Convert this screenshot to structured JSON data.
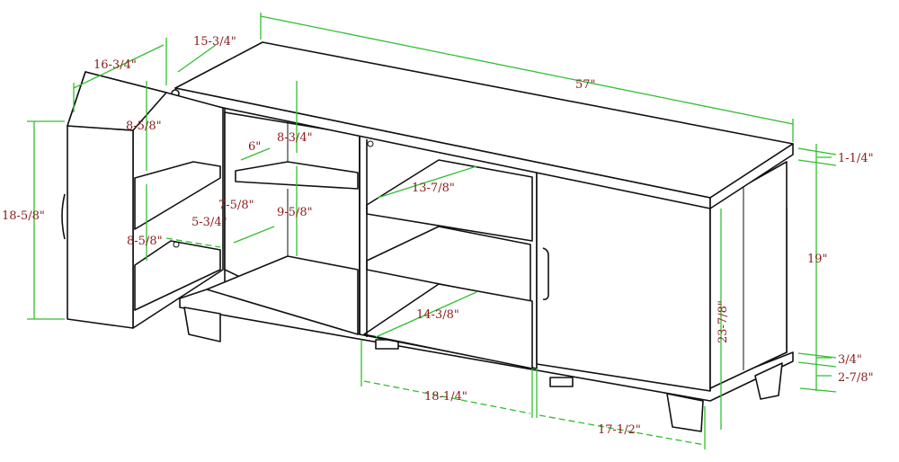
{
  "title": "TV stand dimension drawing",
  "colors": {
    "dimension_line": "#2fbf2f",
    "label": "#8b1a1a",
    "outline": "#111111"
  },
  "dimensions": {
    "door_depth": "16-3/4\"",
    "top_depth": "15-3/4\"",
    "overall_width": "57\"",
    "door_upper_shelf": "8-5/8\"",
    "door_lower_shelf": "8-5/8\"",
    "door_height": "18-5/8\"",
    "door_shelf_depth": "5-3/4\"",
    "left_upper_height": "8-3/4\"",
    "left_shelf_depth_upper": "6\"",
    "left_shelf_depth_lower": "7-5/8\"",
    "left_lower_height": "9-5/8\"",
    "center_shelf_depth": "13-7/8\"",
    "center_bottom_depth": "14-3/8\"",
    "center_width": "18-1/4\"",
    "cabinet_width": "17-1/2\"",
    "top_thickness": "1-1/4\"",
    "interior_height": "19\"",
    "base_thickness": "3/4\"",
    "leg_height": "2-7/8\"",
    "overall_height": "23-7/8\""
  }
}
